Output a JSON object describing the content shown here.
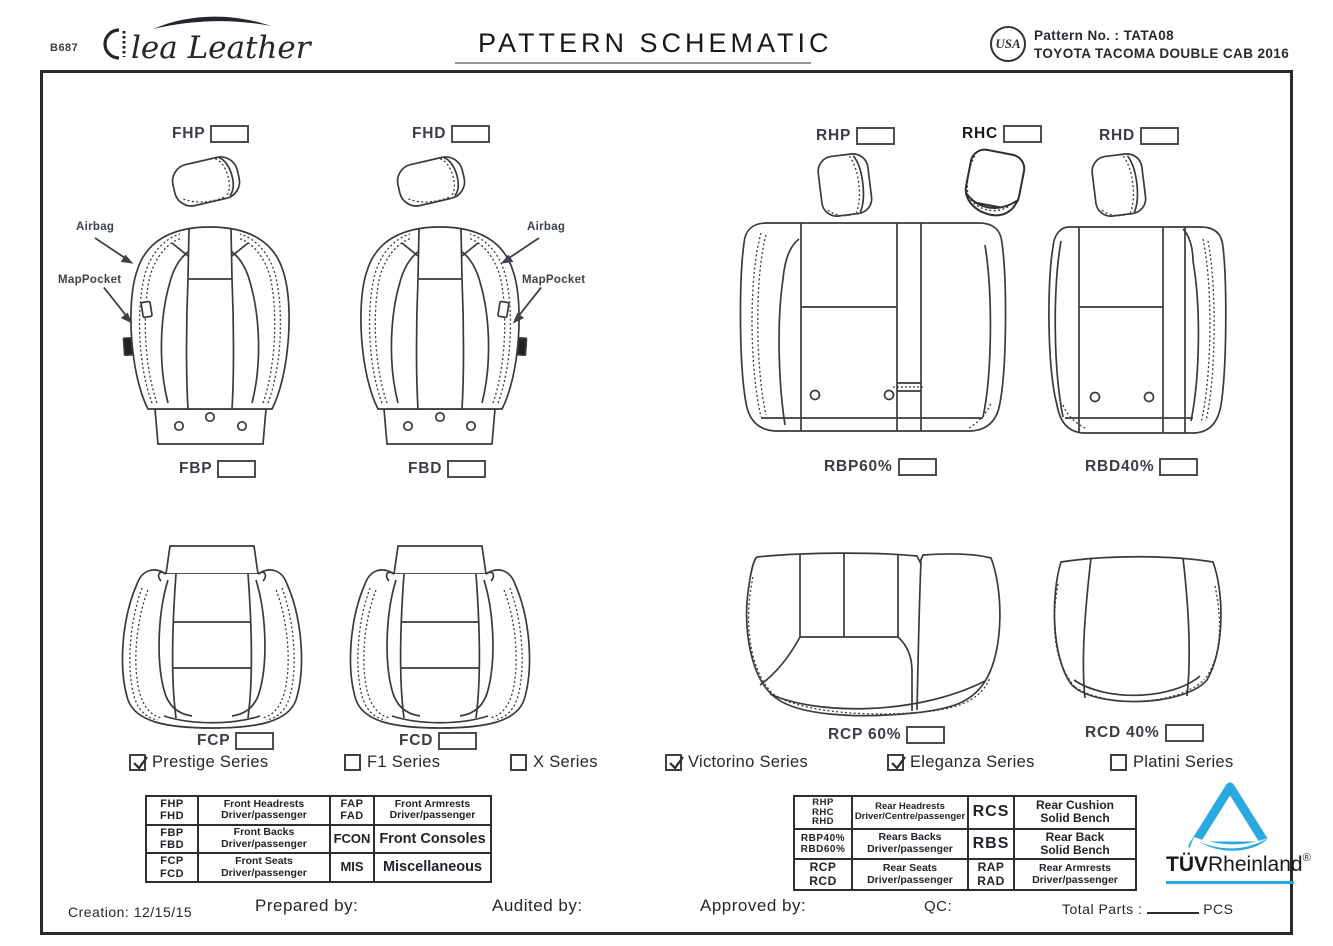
{
  "header": {
    "code": "B687",
    "brand": "lea Leather",
    "title": "PATTERN SCHEMATIC",
    "badge": "USA",
    "pattern_no": "Pattern No. : TATA08",
    "vehicle": "TOYOTA TACOMA DOUBLE CAB 2016"
  },
  "parts": {
    "fhp": "FHP",
    "fhd": "FHD",
    "fbp": "FBP",
    "fbd": "FBD",
    "fcp": "FCP",
    "fcd": "FCD",
    "rhp": "RHP",
    "rhc": "RHC",
    "rhd": "RHD",
    "rbp60": "RBP60%",
    "rbd40": "RBD40%",
    "rcp60": "RCP 60%",
    "rcd40": "RCD 40%"
  },
  "annotations": {
    "airbag": "Airbag",
    "map_pocket": "MapPocket"
  },
  "series": [
    {
      "label": "Prestige Series",
      "checked": true
    },
    {
      "label": "F1 Series",
      "checked": false
    },
    {
      "label": "X Series",
      "checked": false
    },
    {
      "label": "Victorino Series",
      "checked": true
    },
    {
      "label": "Eleganza Series",
      "checked": true
    },
    {
      "label": "Platini Series",
      "checked": false
    }
  ],
  "legend_front": {
    "rows": [
      {
        "c1": "FHP\nFHD",
        "c2": "Front  Headrests\nDriver/passenger",
        "c3": "FAP\nFAD",
        "c4": "Front  Armrests\nDriver/passenger"
      },
      {
        "c1": "FBP\nFBD",
        "c2": "Front  Backs\nDriver/passenger",
        "c3": "FCON",
        "c4": "Front Consoles"
      },
      {
        "c1": "FCP\nFCD",
        "c2": "Front  Seats\nDriver/passenger",
        "c3": "MIS",
        "c4": "Miscellaneous"
      }
    ]
  },
  "legend_rear": {
    "rows": [
      {
        "c1": "RHP\nRHC\nRHD",
        "c2": "Rear Headrests\nDriver/Centre/passenger",
        "c3": "RCS",
        "c4": "Rear Cushion\nSolid Bench"
      },
      {
        "c1": "RBP40%\nRBD60%",
        "c2": "Rears Backs\nDriver/passenger",
        "c3": "RBS",
        "c4": "Rear Back\nSolid Bench"
      },
      {
        "c1": "RCP\nRCD",
        "c2": "Rear  Seats\nDriver/passenger",
        "c3": "RAP\nRAD",
        "c4": "Rear Armrests\nDriver/passenger"
      }
    ]
  },
  "certification": {
    "brand_bold": "TÜV",
    "brand_rest": "Rheinland",
    "registered": "®"
  },
  "footer": {
    "creation": "Creation:  12/15/15",
    "prepared": "Prepared by:",
    "audited": "Audited by:",
    "approved": "Approved by:",
    "qc": "QC:",
    "total_parts": "Total  Parts :",
    "unit": "PCS"
  },
  "colors": {
    "accent_blue": "#2aa9e0",
    "line": "#3a3a3a"
  }
}
